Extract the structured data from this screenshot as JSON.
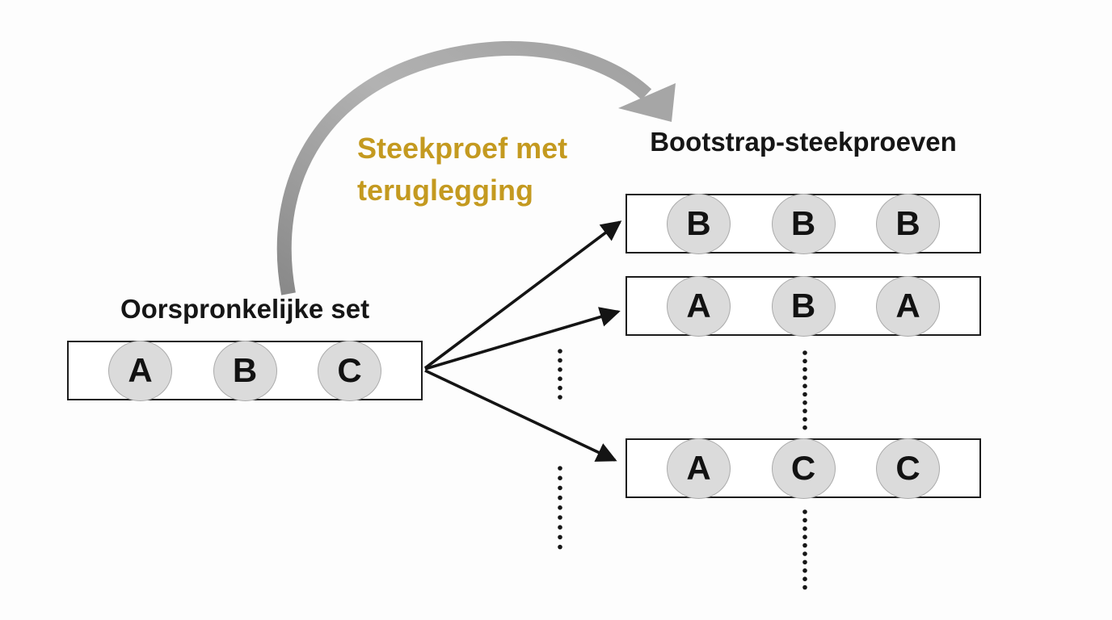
{
  "colors": {
    "background": "#FDFDFD",
    "gold_annotation": "#C49A20",
    "circle_fill": "#DBDBDB",
    "circle_border": "#ABABAB",
    "curved_arrow_gray": "#A3A3A3",
    "arrow_black": "#141414",
    "box_border": "#1C1C1C"
  },
  "labels": {
    "original_set_title": "Oorspronkelijke set",
    "sampling_annotation_line1": "Steekproef met",
    "sampling_annotation_line2": "teruglegging",
    "bootstrap_title": "Bootstrap-steekproeven"
  },
  "original_set": {
    "items": [
      "A",
      "B",
      "C"
    ]
  },
  "bootstrap_samples": [
    {
      "items": [
        "B",
        "B",
        "B"
      ]
    },
    {
      "items": [
        "A",
        "B",
        "A"
      ]
    },
    {
      "items": [
        "A",
        "C",
        "C"
      ]
    }
  ]
}
